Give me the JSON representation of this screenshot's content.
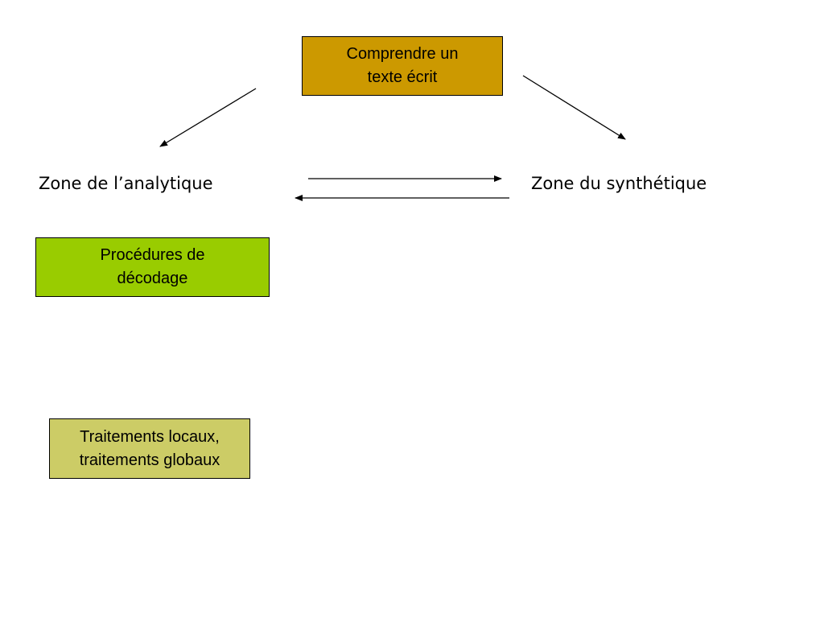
{
  "colors": {
    "top_box": "#cc9900",
    "decodage_box": "#99cc00",
    "traitements_box": "#cccc66",
    "line": "#000000"
  },
  "nodes": {
    "top": {
      "lines": [
        "Comprendre un",
        "texte écrit"
      ]
    },
    "analytique": {
      "label": "Zone de l’analytique"
    },
    "synthetique": {
      "label": "Zone du synthétique"
    },
    "decodage": {
      "lines": [
        "Procédures de",
        "décodage"
      ]
    },
    "traitements": {
      "lines": [
        "Traitements locaux,",
        "traitements globaux"
      ]
    }
  }
}
